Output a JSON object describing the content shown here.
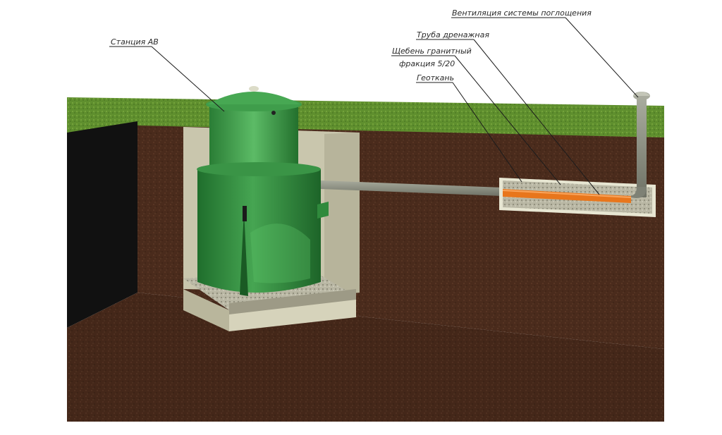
{
  "labels": {
    "station": "Станция АВ",
    "ventilation": "Вентиляция системы поглощения",
    "drain_pipe": "Труба дренажная",
    "gravel_line1": "Щебень гранитный",
    "gravel_line2": "фракция 5/20",
    "geotextile": "Геоткань"
  },
  "colors": {
    "grass": "#5f8f2e",
    "soil": "#4a2b1c",
    "soil_dark": "#3a2014",
    "tank_green": "#2e8b3a",
    "tank_light": "#4fb05a",
    "concrete": "#cfcdb4",
    "pipe_gray": "#8a8d80",
    "drain_orange": "#e8761c"
  }
}
